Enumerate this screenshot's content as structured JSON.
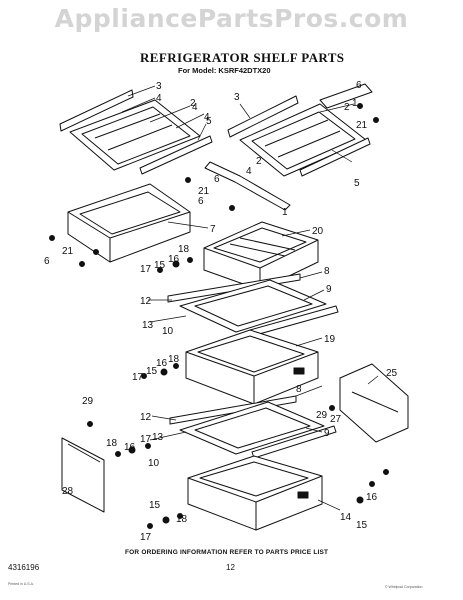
{
  "watermark": "AppliancePartsPros.com",
  "title": "REFRIGERATOR SHELF PARTS",
  "subtitle": "For Model: KSRF42DTX20",
  "footer": "FOR ORDERING INFORMATION REFER TO PARTS PRICE LIST",
  "doc_number": "4316196",
  "page_number": "12",
  "part_labels": [
    "1",
    "2",
    "3",
    "4",
    "5",
    "6",
    "7",
    "8",
    "9",
    "10",
    "12",
    "13",
    "14",
    "15",
    "16",
    "17",
    "18",
    "19",
    "20",
    "21",
    "25",
    "27",
    "28",
    "29"
  ],
  "fine_print_left": "Printed in U.S.A.",
  "fine_print_right": "© Whirlpool Corporation"
}
